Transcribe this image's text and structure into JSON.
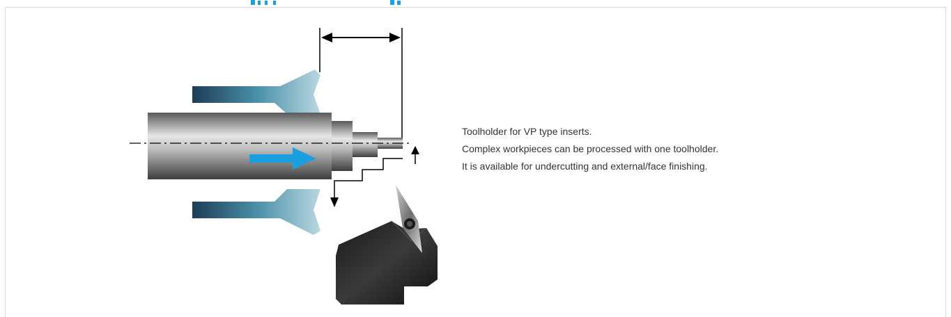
{
  "description": {
    "lines": [
      "Toolholder for VP type inserts.",
      "Complex workpieces can be processed with one toolholder.",
      "It is available for undercutting and external/face finishing."
    ]
  },
  "colors": {
    "accent_blue": "#1aa0e0",
    "frame_border": "#d8d8d8",
    "text": "#333333",
    "tool_dark": "#2a2a2a"
  }
}
